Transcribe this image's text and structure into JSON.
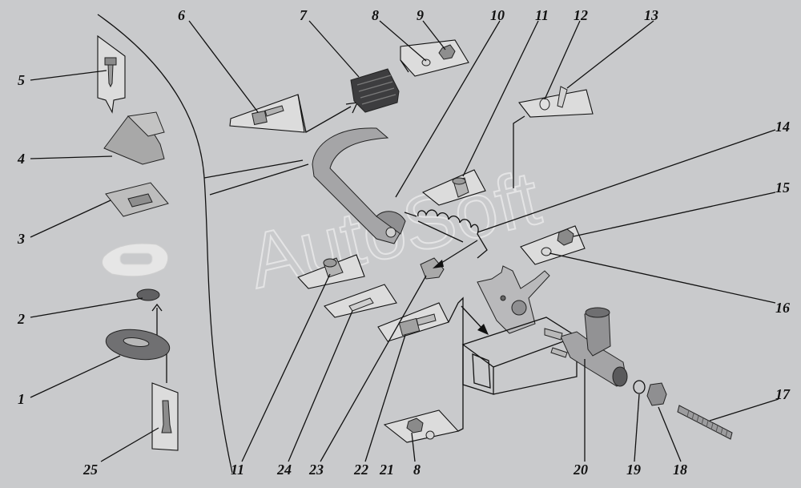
{
  "watermark": "AutoSoft",
  "callouts": [
    "1",
    "2",
    "3",
    "4",
    "5",
    "6",
    "7",
    "8",
    "9",
    "10",
    "11",
    "12",
    "13",
    "14",
    "15",
    "16",
    "17",
    "18",
    "19",
    "20",
    "21",
    "22",
    "23",
    "24",
    "25"
  ],
  "label_11_bottom": "11",
  "label_8_bottom": "8"
}
